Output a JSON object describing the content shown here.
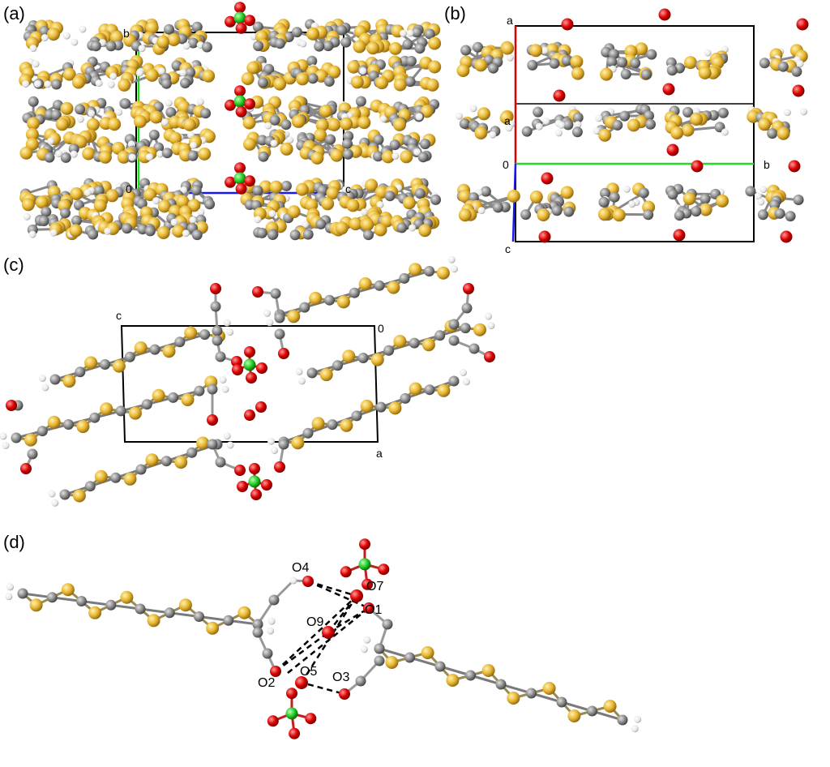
{
  "panels": {
    "a": {
      "label": "(a)",
      "axes": {
        "b": "b",
        "origin": "0",
        "c": "c"
      }
    },
    "b": {
      "label": "(b)",
      "axes": {
        "a_top": "a",
        "a_mid": "a",
        "origin": "0",
        "b": "b",
        "c": "c"
      }
    },
    "c": {
      "label": "(c)",
      "axes": {
        "c": "c",
        "origin": "0",
        "a": "a"
      }
    },
    "d": {
      "label": "(d)",
      "atoms": {
        "O4": "O4",
        "O7": "O7",
        "O1": "O1",
        "O9": "O9",
        "O5": "O5",
        "O2": "O2",
        "O3": "O3"
      }
    }
  },
  "colors": {
    "sulfur": "#e8b531",
    "carbon": "#8c8c8c",
    "oxygen": "#dd0000",
    "chlorine": "#22cc22",
    "hydrogen": "#f2f2f2",
    "cell_edge": "#000000",
    "axis_a": "#dd0000",
    "axis_b": "#22dd22",
    "axis_c": "#1a1aee"
  }
}
